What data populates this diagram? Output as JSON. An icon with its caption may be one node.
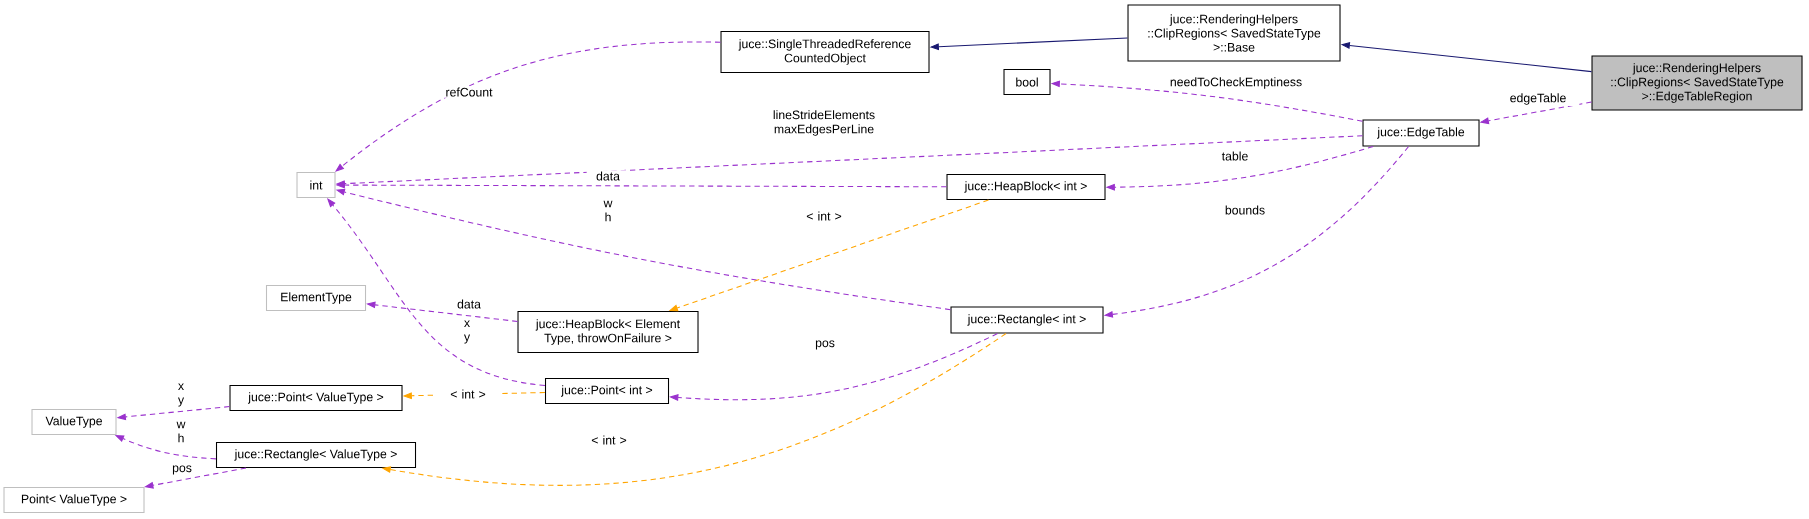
{
  "diagram": {
    "nodes": [
      {
        "text": [
          "juce::SingleThreadedReference CountedObject"
        ]
      },
      {
        "text": [
          "juce::RenderingHelpers ::ClipRegions< SavedStateType >::Base"
        ]
      },
      {
        "text": [
          "juce::RenderingHelpers ::ClipRegions< SavedStateType >::EdgeTableRegion"
        ]
      },
      {
        "text": [
          "bool"
        ]
      },
      {
        "text": [
          "int"
        ]
      },
      {
        "text": [
          "juce::EdgeTable"
        ]
      },
      {
        "text": [
          "juce::HeapBlock< int >"
        ]
      },
      {
        "text": [
          "ElementType"
        ]
      },
      {
        "text": [
          "juce::HeapBlock< Element Type, throwOnFailure >"
        ]
      },
      {
        "text": [
          "juce::Rectangle< int >"
        ]
      },
      {
        "text": [
          "juce::Point< ValueType >"
        ]
      },
      {
        "text": [
          "juce::Point< int >"
        ]
      },
      {
        "text": [
          "ValueType"
        ]
      },
      {
        "text": [
          "juce::Rectangle< ValueType >"
        ]
      },
      {
        "text": [
          "Point< ValueType >"
        ]
      }
    ],
    "edges": [
      {
        "from": 1,
        "to": 0,
        "arrow": "to",
        "color": "#191970"
      },
      {
        "from": 2,
        "to": 1,
        "arrow": "to",
        "color": "#191970"
      },
      {
        "from": 2,
        "to": 5,
        "arrow": "to",
        "label": "edgeTable",
        "style": "dashed",
        "color": "#9a32cd"
      },
      {
        "from": 5,
        "to": 3,
        "arrow": "to",
        "label": "needToCheckEmptiness",
        "style": "dashed",
        "color": "#9a32cd"
      },
      {
        "from": 0,
        "to": 4,
        "arrow": "to",
        "label": "refCount",
        "style": "dashed",
        "color": "#9a32cd"
      },
      {
        "from": 5,
        "to": 4,
        "arrow": "to",
        "label": "lineStrideElements maxEdgesPerLine",
        "style": "dashed",
        "color": "#9a32cd"
      },
      {
        "from": 6,
        "to": 4,
        "arrow": "to",
        "label": "data",
        "style": "dashed",
        "color": "#9a32cd"
      },
      {
        "from": 9,
        "to": 4,
        "arrow": "to",
        "label": "w h",
        "style": "dashed",
        "color": "#9a32cd"
      },
      {
        "from": 11,
        "to": 4,
        "arrow": "to",
        "label": "x y",
        "style": "dashed",
        "color": "#9a32cd"
      },
      {
        "from": 5,
        "to": 6,
        "arrow": "to",
        "label": "table",
        "style": "dashed",
        "color": "#9a32cd"
      },
      {
        "from": 5,
        "to": 9,
        "arrow": "to",
        "label": "bounds",
        "style": "dashed",
        "color": "#9a32cd"
      },
      {
        "from": 6,
        "to": 8,
        "arrow": "to",
        "label": "< int >",
        "style": "dashed",
        "color": "#ffa500"
      },
      {
        "from": 8,
        "to": 7,
        "arrow": "to",
        "label": "data",
        "style": "dashed",
        "color": "#9a32cd"
      },
      {
        "from": 9,
        "to": 11,
        "arrow": "to",
        "label": "pos",
        "style": "dashed",
        "color": "#9a32cd"
      },
      {
        "from": 11,
        "to": 10,
        "arrow": "to",
        "label": "< int >",
        "style": "dashed",
        "color": "#ffa500"
      },
      {
        "from": 10,
        "to": 12,
        "arrow": "to",
        "label": "x y",
        "style": "dashed",
        "color": "#9a32cd"
      },
      {
        "from": 13,
        "to": 12,
        "arrow": "to",
        "label": "w h",
        "style": "dashed",
        "color": "#9a32cd"
      },
      {
        "from": 13,
        "to": 14,
        "arrow": "to",
        "label": "pos",
        "style": "dashed",
        "color": "#9a32cd"
      },
      {
        "from": 9,
        "to": 13,
        "arrow": "to",
        "label": "< int >",
        "style": "dashed",
        "color": "#ffa500"
      }
    ]
  }
}
